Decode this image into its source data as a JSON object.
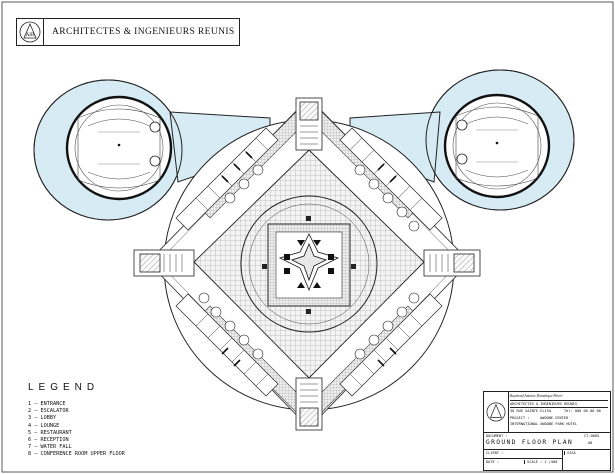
{
  "firm": {
    "name": "ARCHITECTES & INGENIEURS REUNIS",
    "logo_text": "AIR"
  },
  "legend": {
    "title": "LEGEND",
    "items": [
      "1 –  ENTRANCE",
      "2 –  ESCALATOR",
      "3 –  LOBBY",
      "4 –  LOUNGE",
      "5 –  RESTAURANT",
      "6 –  RECEPTION",
      "7 –  WATER FALL",
      "8 –  CONFERENCE ROOM UPPER FLOOR"
    ]
  },
  "title_block": {
    "firm_script": "Raymond Antoine Dominique Pierre",
    "firm": "ARCHITECTES & INGENIEURS REUNIS",
    "address": "30 RUE SAINTE ELISA",
    "tel": "Tel: 000 00 00 00",
    "project_label": "PROJECT :",
    "project_line1": "AWOONE CENTER",
    "project_line2": "INTERNATIONAL AWOONE PARK HOTEL",
    "document_label": "DOCUMENT :",
    "document": "GROUND FLOOR PLAN",
    "client_label": "CLIENT :",
    "date_label": "DATE :",
    "scale": "SCALE : 1 /400",
    "visa": "VISA",
    "drawing_no": "CT-0005",
    "revision": "00"
  }
}
